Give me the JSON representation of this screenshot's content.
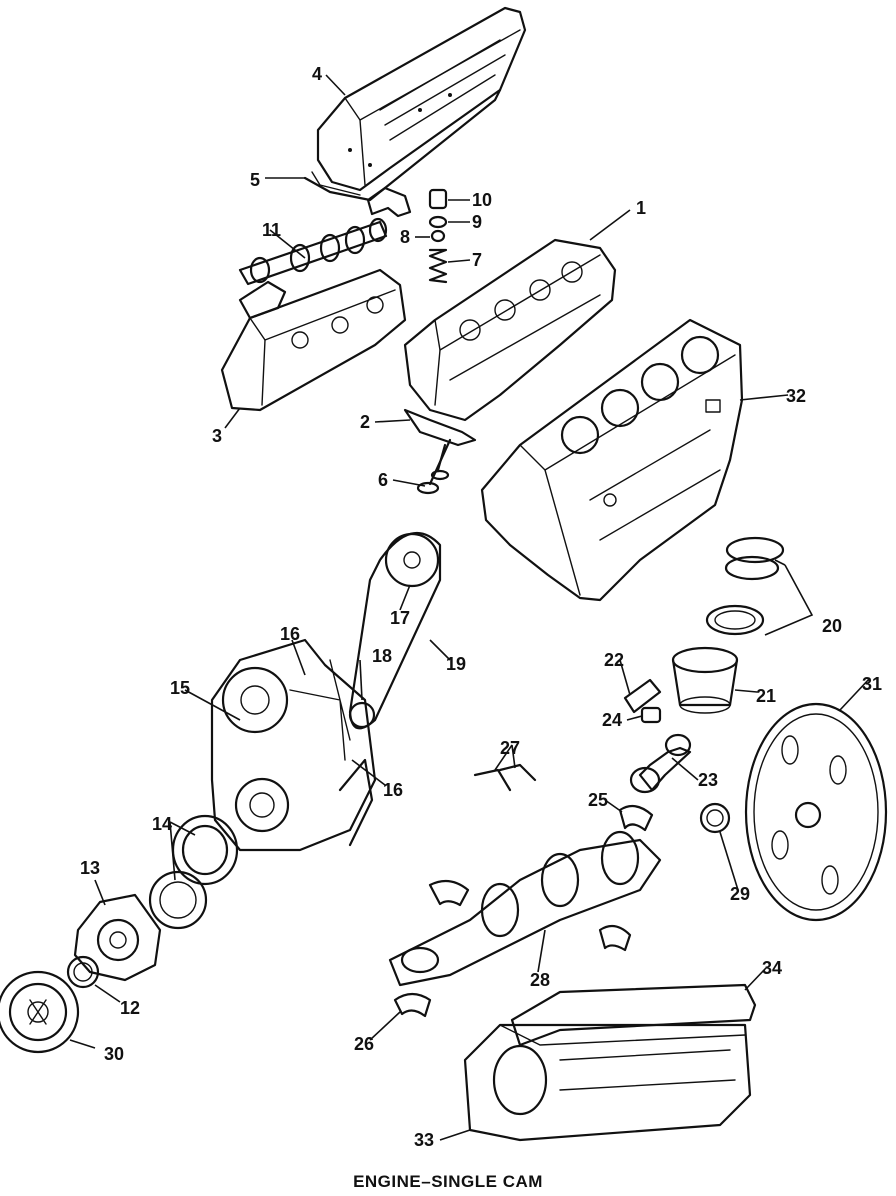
{
  "caption": "ENGINE–SINGLE CAM",
  "callouts": [
    "1",
    "2",
    "3",
    "4",
    "5",
    "6",
    "7",
    "8",
    "9",
    "10",
    "11",
    "12",
    "13",
    "14",
    "15",
    "16",
    "16",
    "17",
    "18",
    "19",
    "20",
    "21",
    "22",
    "23",
    "24",
    "25",
    "26",
    "27",
    "28",
    "29",
    "30",
    "31",
    "32",
    "33",
    "34"
  ]
}
